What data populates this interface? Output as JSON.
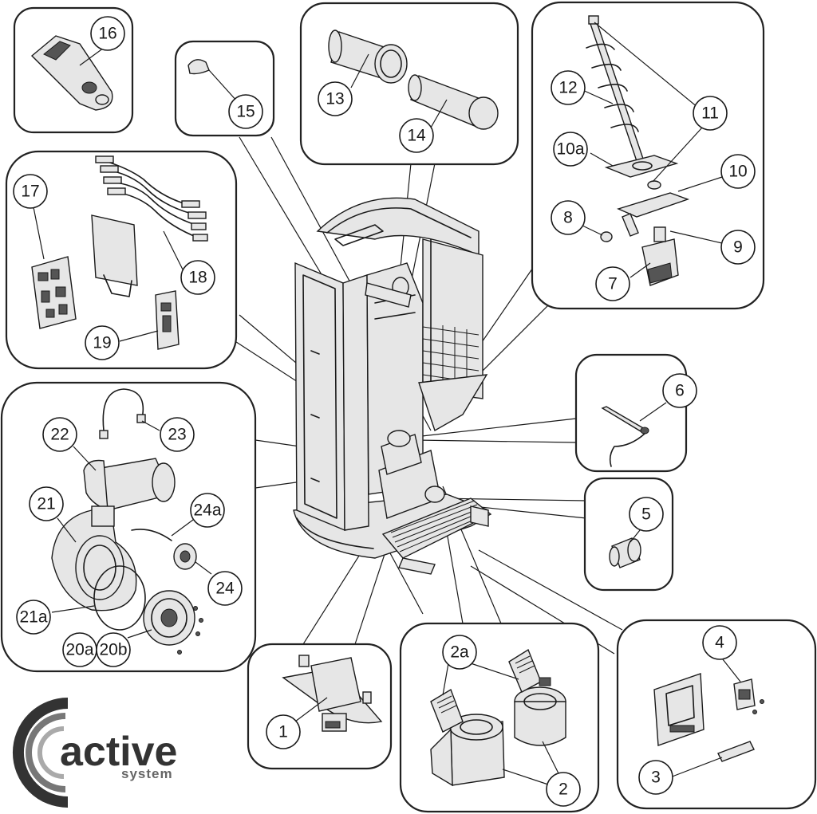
{
  "brand": {
    "name": "active",
    "tagline": "system",
    "accent": "#333333"
  },
  "labels": {
    "l1": "1",
    "l2": "2",
    "l2a": "2a",
    "l3": "3",
    "l4": "4",
    "l5": "5",
    "l6": "6",
    "l7": "7",
    "l8": "8",
    "l9": "9",
    "l10": "10",
    "l10a": "10a",
    "l11": "11",
    "l12": "12",
    "l13": "13",
    "l14": "14",
    "l15": "15",
    "l16": "16",
    "l17": "17",
    "l18": "18",
    "l19": "19",
    "l20a": "20a",
    "l20b": "20b",
    "l21": "21",
    "l21a": "21a",
    "l22": "22",
    "l23": "23",
    "l24": "24",
    "l24a": "24a"
  },
  "colors": {
    "line": "#1a1a1a",
    "background": "#ffffff",
    "part_fill": "#e6e6e6"
  }
}
